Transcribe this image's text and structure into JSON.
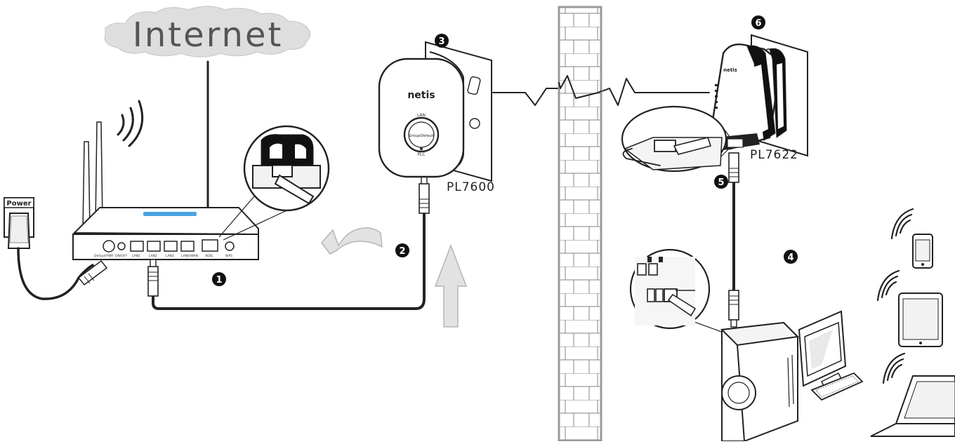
{
  "cloud": {
    "label": "Internet"
  },
  "router": {
    "power_label": "Power",
    "port_labels": [
      "Default",
      "PWR",
      "ON/OFF",
      "LAN1",
      "LAN2",
      "LAN3",
      "LAN4/WAN",
      "ADSL",
      "WPS"
    ]
  },
  "adapter_left": {
    "brand": "netis",
    "lan_label": "LAN",
    "button_label": "Group/Default",
    "plc_label": "PLC",
    "model": "PL7600"
  },
  "adapter_right": {
    "brand": "netis",
    "model": "PL7622"
  },
  "steps": [
    "1",
    "2",
    "3",
    "4",
    "5",
    "6"
  ],
  "colors": {
    "line": "#222222",
    "arrow_fill": "#e2e2e2",
    "arrow_stroke": "#b5b5b5",
    "cloud": "#dedede",
    "router_led": "#4aa3df",
    "step_badge": "#111111"
  }
}
